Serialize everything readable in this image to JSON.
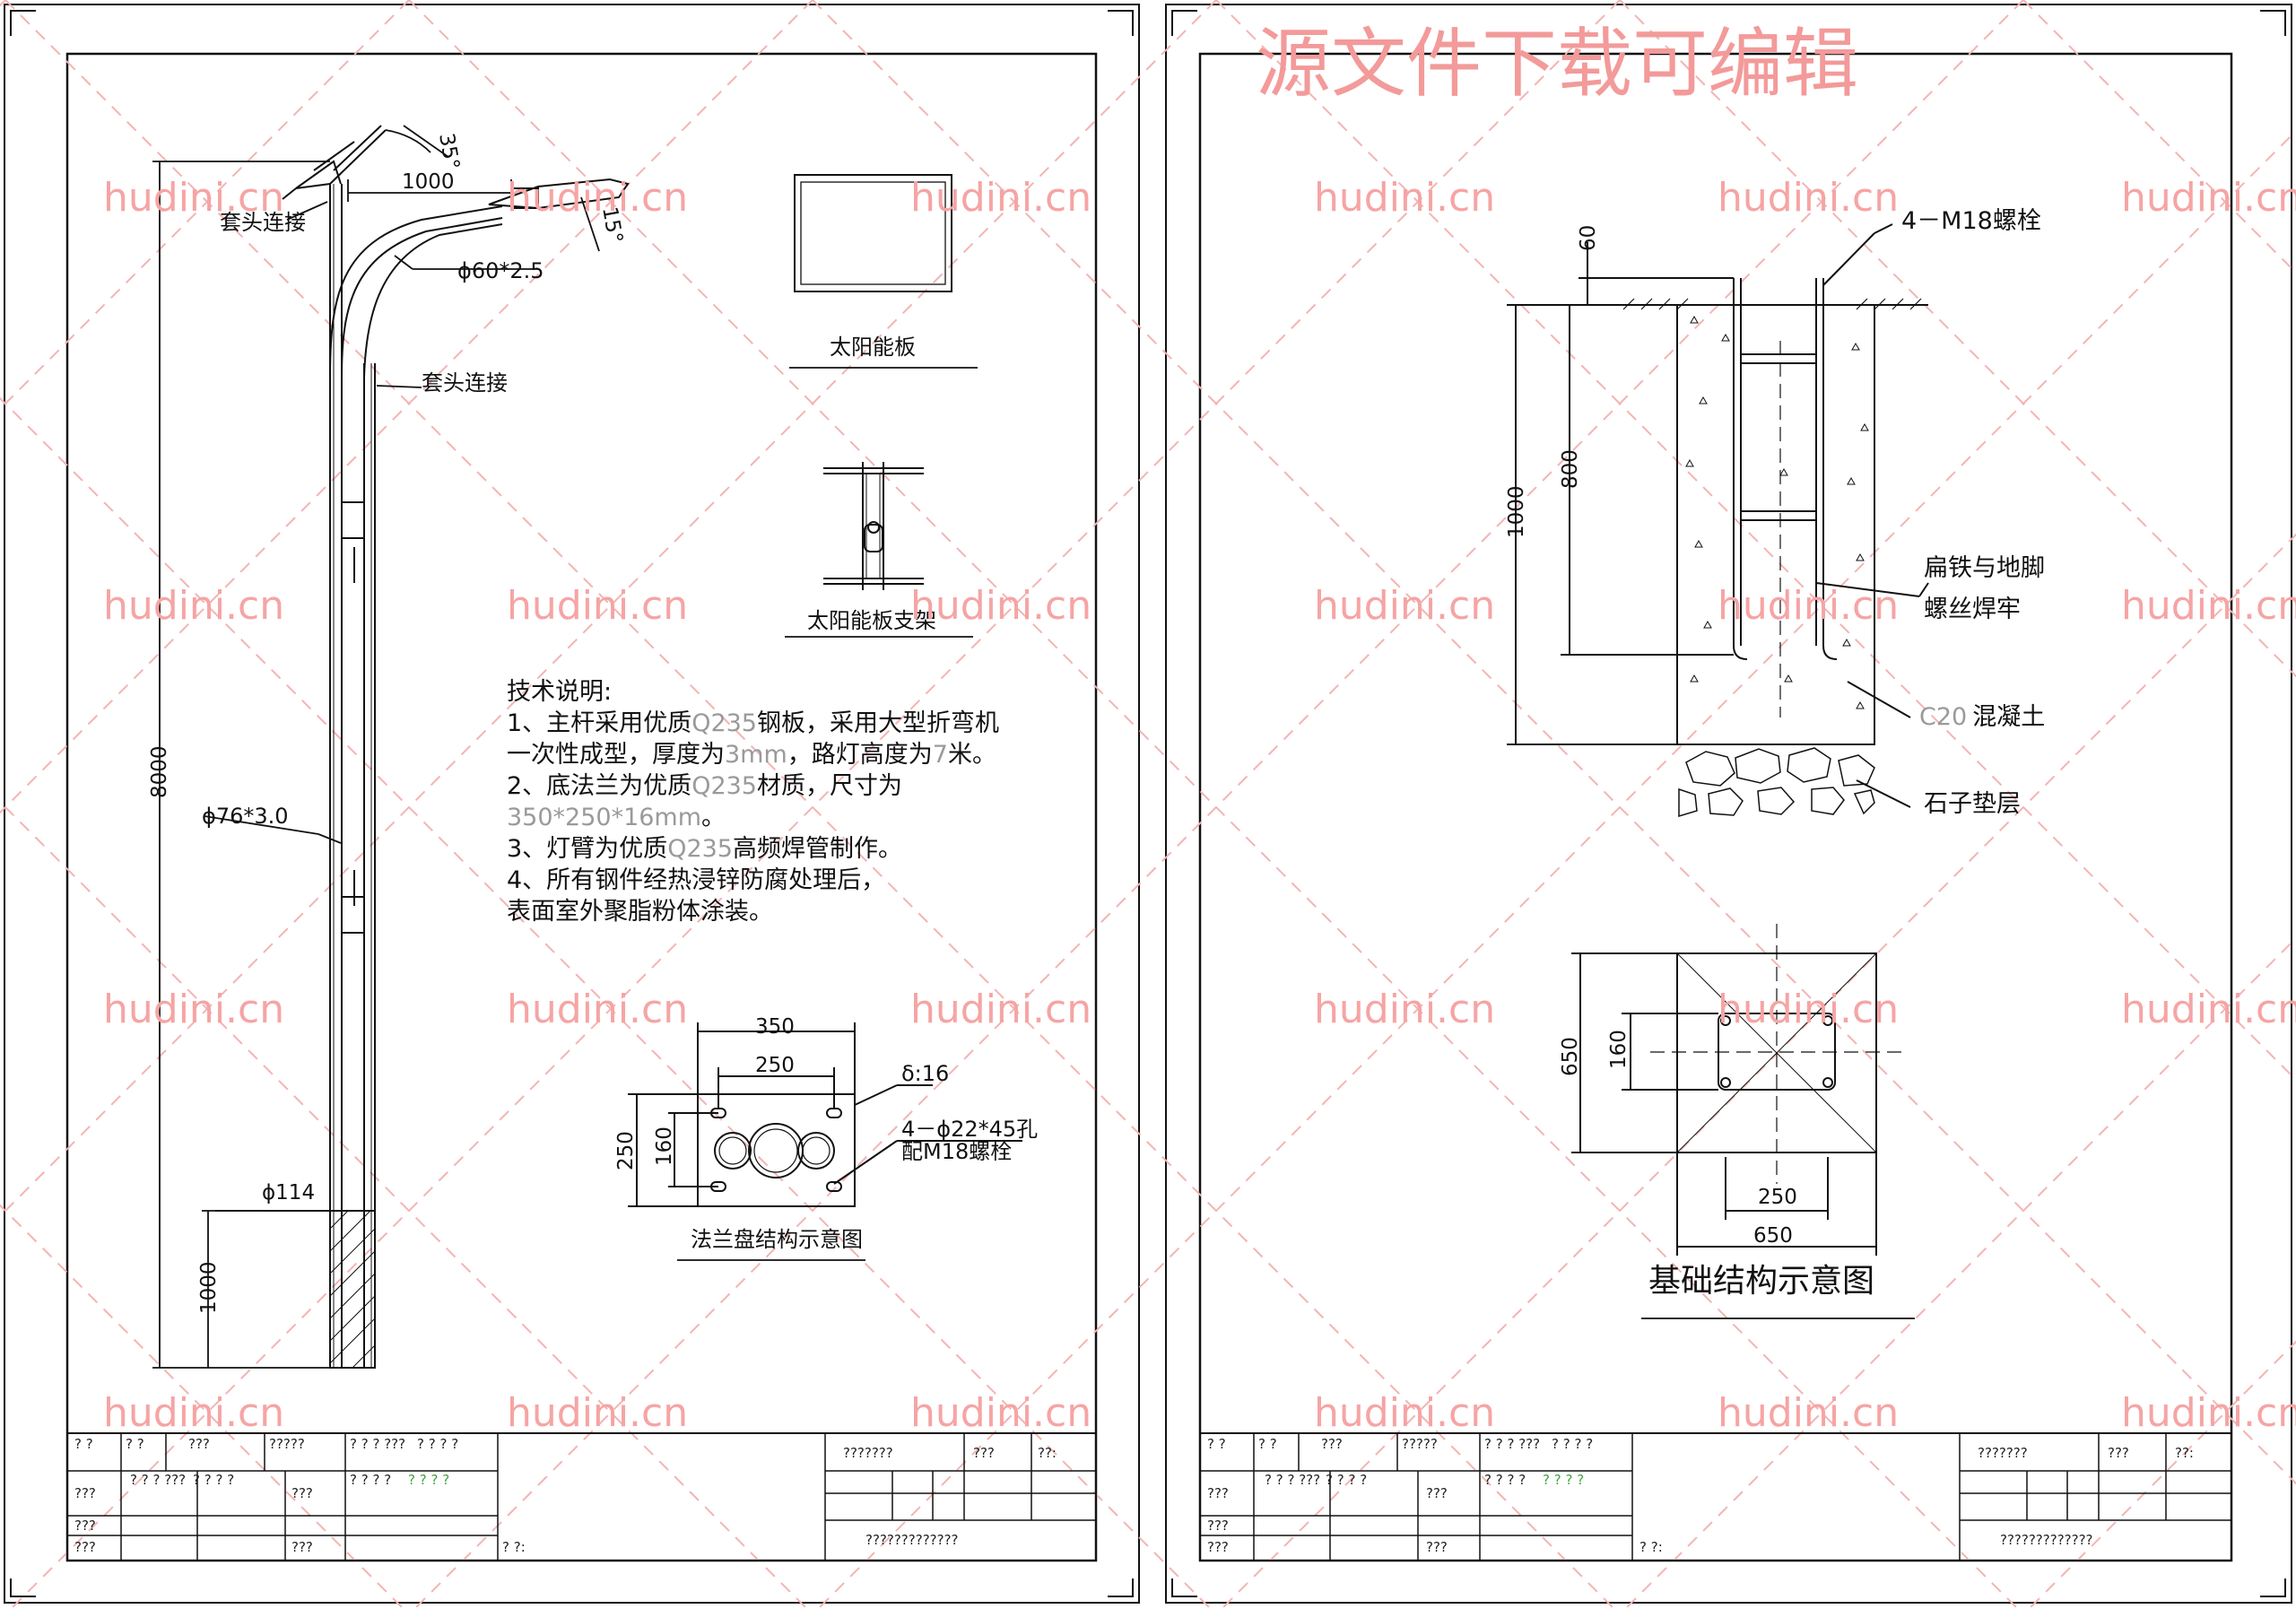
{
  "watermark": {
    "site": "hudini.cn",
    "banner": "源文件下载可编辑"
  },
  "left_sheet": {
    "labels": {
      "sleeve_top": "套头连接",
      "sleeve_mid": "套头连接",
      "arm_pipe": "ϕ60*2.5",
      "pole_pipe": "ϕ76*3.0",
      "base_dia": "ϕ114",
      "angle_top": "35°",
      "angle_lamp": "15°",
      "arm_len": "1000",
      "pole_height": "8000",
      "buried": "1000"
    },
    "solar_panel_title": "太阳能板",
    "bracket_title": "太阳能板支架",
    "notes": {
      "heading": "技术说明:",
      "l1a": "1、主杆采用优质",
      "l1b": "Q235",
      "l1c": "钢板，采用大型折弯机",
      "l2a": "一次性成型，厚度为",
      "l2b": "3mm",
      "l2c": "，路灯高度为",
      "l2d": "7",
      "l2e": "米。",
      "l3a": "2、底法兰为优质",
      "l3b": "Q235",
      "l3c": "材质，尺寸为",
      "l4a": "350*250*16mm",
      "l4b": "。",
      "l5a": "3、灯臂为优质",
      "l5b": "Q235",
      "l5c": "高频焊管制作。",
      "l6": "4、所有钢件经热浸锌防腐处理后，",
      "l7": "表面室外聚脂粉体涂装。"
    },
    "flange": {
      "w_outer": "350",
      "w_inner": "250",
      "h_outer": "250",
      "h_inner": "160",
      "thickness": "δ:16",
      "holes": "4－ϕ22*45孔",
      "bolts": "配M18螺栓",
      "title": "法兰盘结构示意图"
    },
    "title_block": {
      "r1": [
        "? ?",
        "? ?",
        "???",
        "?????",
        "? ? ? ???",
        "? ? ? ?"
      ],
      "r2": [
        "???",
        "? ? ? ???",
        "? ? ? ?",
        "???",
        "? ? ? ?",
        "? ? ? ?"
      ],
      "r3": [
        "???"
      ],
      "r4": [
        "???",
        "???",
        "? ?:"
      ],
      "right": [
        "???????",
        "???",
        "??:"
      ],
      "drawing_no": "?????????????"
    }
  },
  "right_sheet": {
    "section": {
      "bolts": "4－M18螺栓",
      "top": "60",
      "depth": "800",
      "total": "1000",
      "weld_note_1": "扁铁与地脚",
      "weld_note_2": "螺丝焊牢",
      "concrete_a": "C20",
      "concrete_b": "混凝土",
      "gravel": "石子垫层"
    },
    "plan": {
      "side": "650",
      "inner": "160",
      "bolt_span": "250",
      "width": "650",
      "title": "基础结构示意图"
    },
    "title_block": {
      "r1": [
        "? ?",
        "? ?",
        "???",
        "?????",
        "? ? ? ???",
        "? ? ? ?"
      ],
      "r2": [
        "???",
        "? ? ? ???",
        "? ? ? ?",
        "???",
        "? ? ? ?",
        "? ? ? ?"
      ],
      "r3": [
        "???"
      ],
      "r4": [
        "???",
        "???",
        "? ?:"
      ],
      "right": [
        "???????",
        "???",
        "??:"
      ],
      "drawing_no": "?????????????"
    }
  },
  "colors": {
    "line": "#111111",
    "watermark": "#f6a4a4",
    "grid": "#f4b3b3"
  }
}
